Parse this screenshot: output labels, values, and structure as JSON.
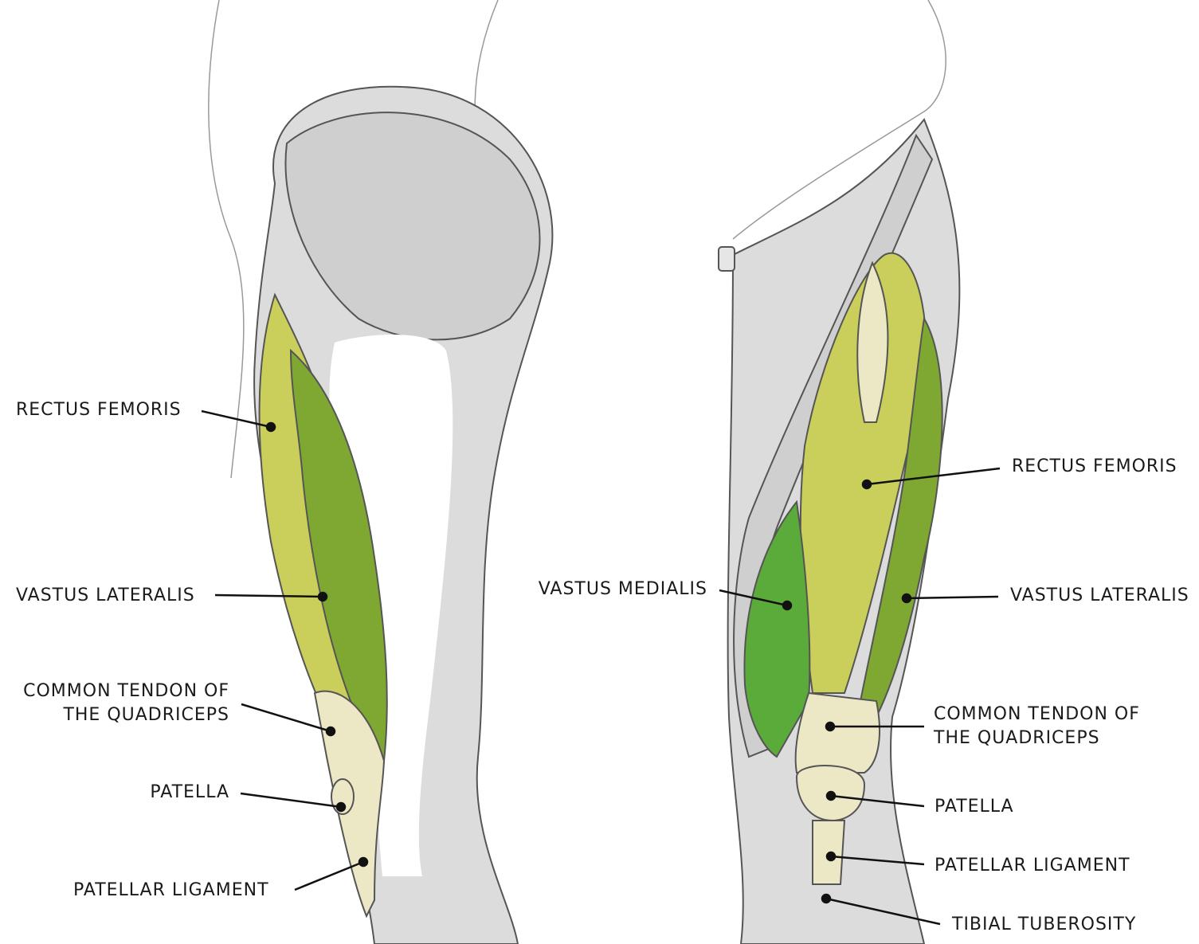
{
  "colors": {
    "rectus_femoris": "#c9cf5a",
    "vastus_lateralis": "#7ea832",
    "vastus_medialis": "#5bab3a",
    "tendon": "#ece8c6",
    "muscle_gray": "#d8d8d8",
    "outline": "#555555"
  },
  "left_view": {
    "labels": [
      "RECTUS FEMORIS",
      "VASTUS LATERALIS",
      "COMMON TENDON OF",
      "THE QUADRICEPS",
      "PATELLA",
      "PATELLAR LIGAMENT"
    ]
  },
  "right_view": {
    "labels": [
      "RECTUS FEMORIS",
      "VASTUS MEDIALIS",
      "VASTUS LATERALIS",
      "COMMON TENDON OF",
      "THE QUADRICEPS",
      "PATELLA",
      "PATELLAR LIGAMENT",
      "TIBIAL TUBEROSITY"
    ]
  }
}
